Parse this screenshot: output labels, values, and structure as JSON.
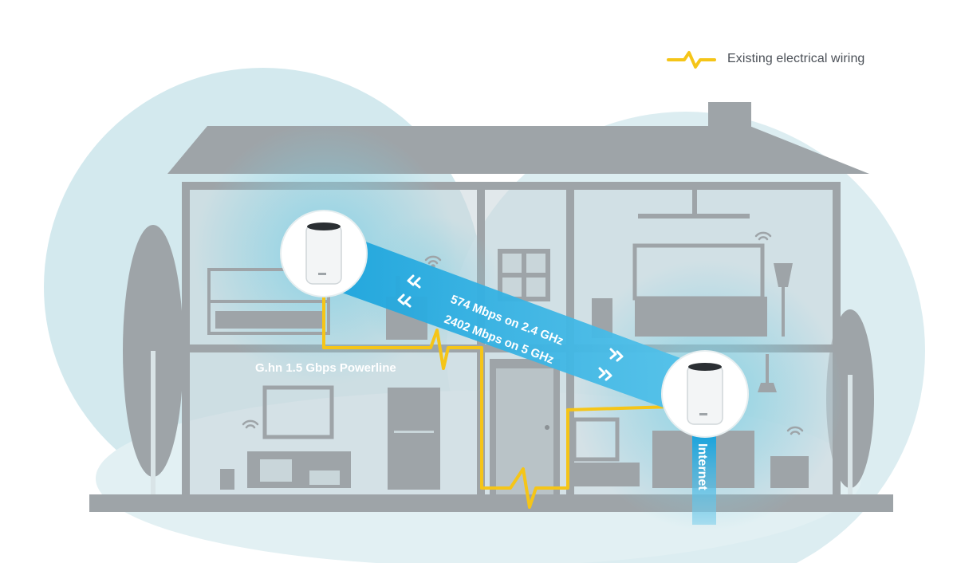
{
  "legend": {
    "label": "Existing electrical wiring",
    "icon": "wiring-zigzag-icon",
    "color": "#f5c518"
  },
  "links": {
    "wifi_24": "574 Mbps on 2.4 GHz",
    "wifi_5": "2402 Mbps on 5 GHz",
    "powerline": "G.hn 1.5 Gbps Powerline",
    "internet": "Internet"
  },
  "colors": {
    "house": "#9ea4a8",
    "house_dark": "#8b9195",
    "glow": "#cfe7ec",
    "beam": "#1aa3dc",
    "wire": "#f5c518",
    "text_light": "#ffffff"
  },
  "devices": [
    {
      "name": "mesh-unit-upstairs",
      "icon": "mesh-router-icon"
    },
    {
      "name": "mesh-unit-downstairs",
      "icon": "mesh-router-icon"
    }
  ]
}
